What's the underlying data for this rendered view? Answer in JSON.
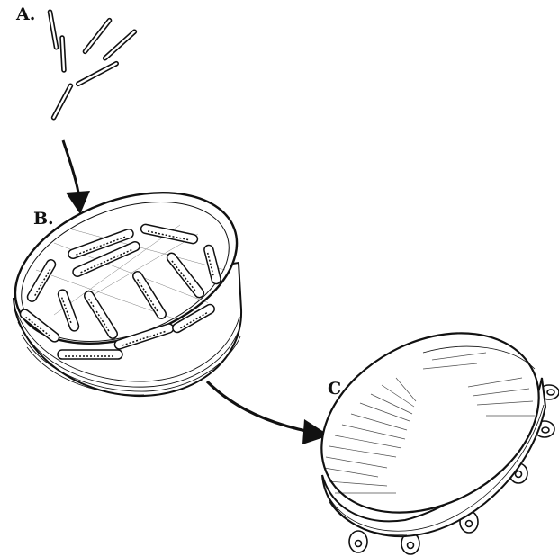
{
  "labels": {
    "a": "A.",
    "b": "B.",
    "c": "C."
  },
  "colors": {
    "ink": "#111111",
    "paper": "#ffffff"
  },
  "panels": [
    {
      "id": "A",
      "depicts": "rod-fragments"
    },
    {
      "id": "B",
      "depicts": "culture-dish-with-rods"
    },
    {
      "id": "C",
      "depicts": "dome-capsule-with-lugs"
    }
  ],
  "arrows": [
    {
      "from": "A",
      "to": "B"
    },
    {
      "from": "B",
      "to": "C"
    }
  ]
}
